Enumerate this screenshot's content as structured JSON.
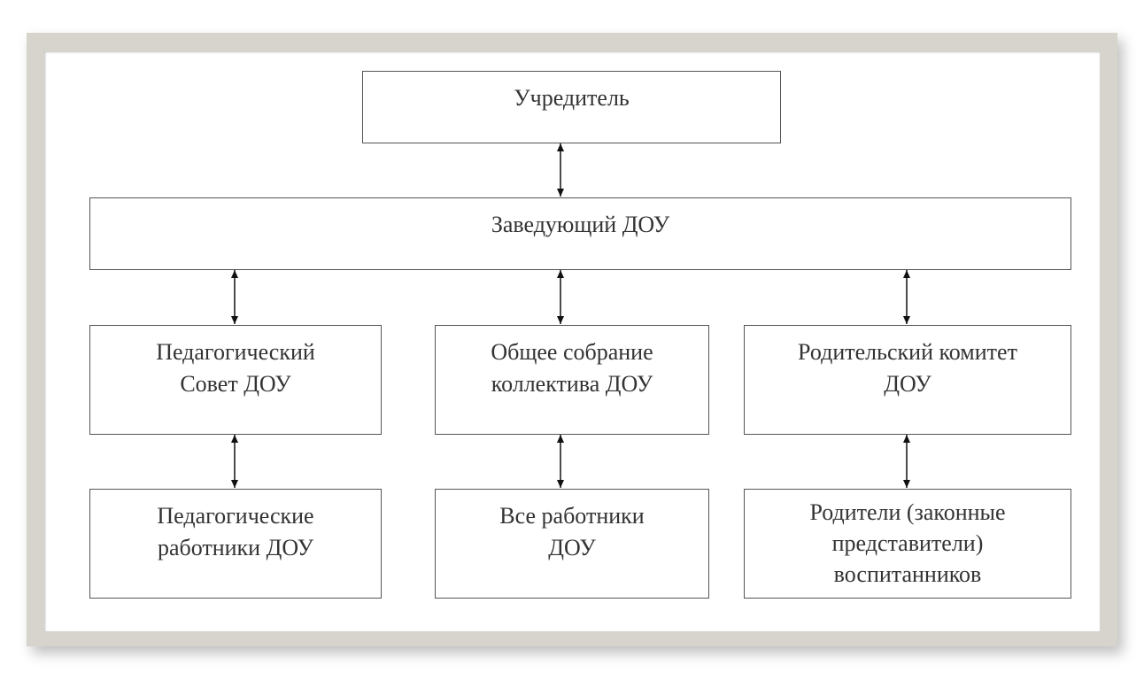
{
  "nodes": {
    "founder": {
      "lines": [
        "Учредитель"
      ]
    },
    "head": {
      "lines": [
        "Заведующий ДОУ"
      ]
    },
    "ped_council": {
      "lines": [
        "Педагогический",
        "Совет ДОУ"
      ]
    },
    "general_meeting": {
      "lines": [
        "Общее собрание",
        "коллектива ДОУ"
      ]
    },
    "parent_committee": {
      "lines": [
        "Родительский комитет",
        "ДОУ"
      ]
    },
    "ped_staff": {
      "lines": [
        "Педагогические",
        "работники ДОУ"
      ]
    },
    "all_staff": {
      "lines": [
        "Все работники",
        "ДОУ"
      ]
    },
    "parents": {
      "lines": [
        "Родители (законные",
        "представители)",
        "воспитанников"
      ]
    }
  },
  "edges": [
    [
      "founder",
      "head"
    ],
    [
      "head",
      "ped_council"
    ],
    [
      "head",
      "general_meeting"
    ],
    [
      "head",
      "parent_committee"
    ],
    [
      "ped_council",
      "ped_staff"
    ],
    [
      "general_meeting",
      "all_staff"
    ],
    [
      "parent_committee",
      "parents"
    ]
  ]
}
